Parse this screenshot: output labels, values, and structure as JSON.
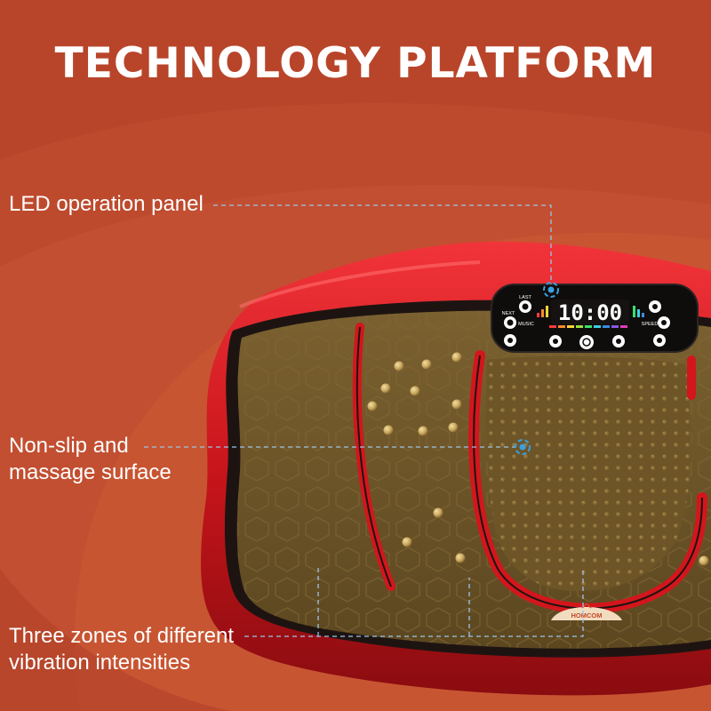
{
  "header": {
    "title": "TECHNOLOGY PLATFORM"
  },
  "callouts": {
    "led_panel": {
      "lines": [
        "LED operation panel"
      ]
    },
    "surface": {
      "lines": [
        "Non-slip and",
        "massage surface"
      ]
    },
    "zones": {
      "lines": [
        "Three zones of different",
        "vibration intensities"
      ]
    }
  },
  "control_panel": {
    "display": "10:00",
    "labels": {
      "last": "LAST",
      "next": "NEXT",
      "music": "MUSIC",
      "speed": "SPEED"
    }
  },
  "brand": {
    "logo_text": "HOMCOM"
  },
  "colors": {
    "background": "#b8452a",
    "accent_red": "#c8151b",
    "mat": "#6f5628",
    "marker": "#3aa0e0"
  }
}
